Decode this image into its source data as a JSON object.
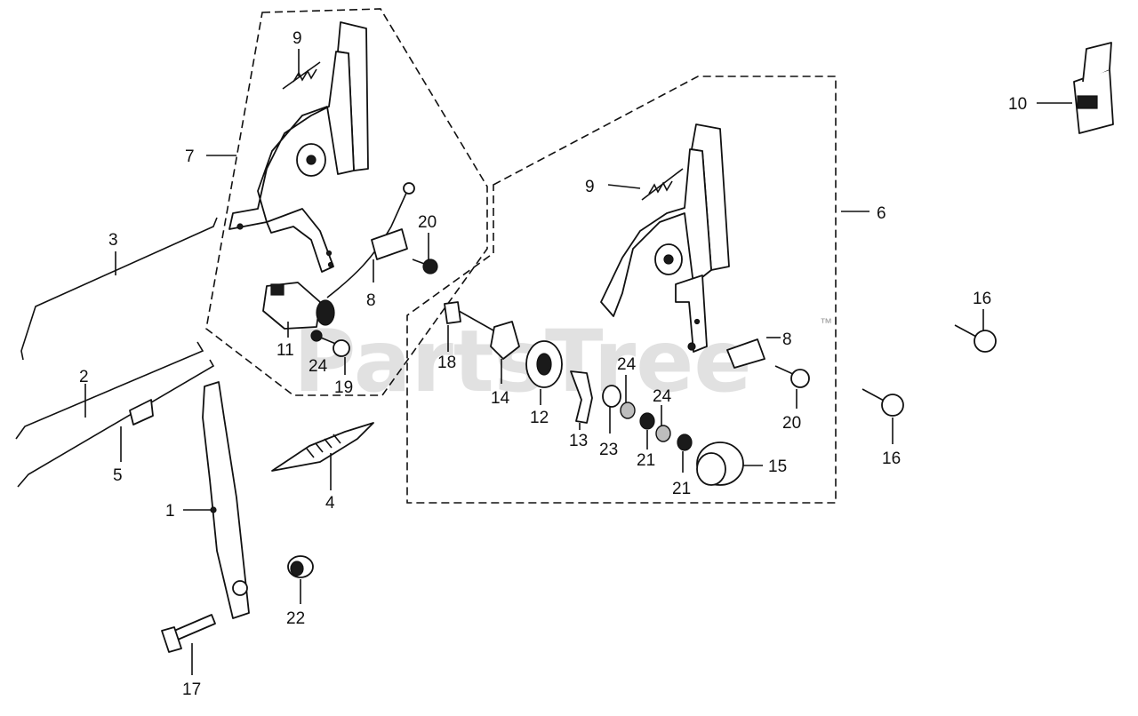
{
  "watermark": {
    "text": "PartsTree",
    "trademark": "™"
  },
  "callouts": {
    "c1": "1",
    "c2": "2",
    "c3": "3",
    "c4": "4",
    "c5": "5",
    "c6": "6",
    "c7": "7",
    "c8a": "8",
    "c8b": "8",
    "c9a": "9",
    "c9b": "9",
    "c10": "10",
    "c11": "11",
    "c12": "12",
    "c13": "13",
    "c14": "14",
    "c15": "15",
    "c16a": "16",
    "c16b": "16",
    "c17": "17",
    "c18": "18",
    "c19": "19",
    "c20a": "20",
    "c20b": "20",
    "c21a": "21",
    "c21b": "21",
    "c22": "22",
    "c23": "23",
    "c24a": "24",
    "c24b": "24",
    "c24c": "24"
  }
}
